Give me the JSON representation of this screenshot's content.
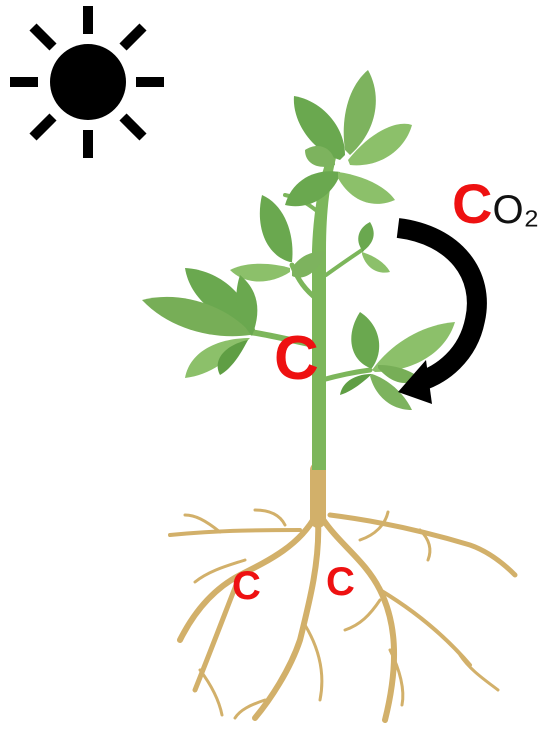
{
  "diagram": {
    "co2_label": {
      "element_symbol": "C",
      "rest": "O₂"
    },
    "stem_carbon_label": "C",
    "root_carbon_labels": [
      "C",
      "C"
    ],
    "colors": {
      "carbon_label": "#ee1111",
      "leaf_dark": "#6aa84f",
      "leaf_light": "#8cc06a",
      "stem": "#7cb65b",
      "root": "#d2b06a",
      "sun": "#000000",
      "arrow": "#000000"
    },
    "icons": [
      "sun-icon",
      "co2-uptake-arrow",
      "plant-illustration"
    ]
  }
}
